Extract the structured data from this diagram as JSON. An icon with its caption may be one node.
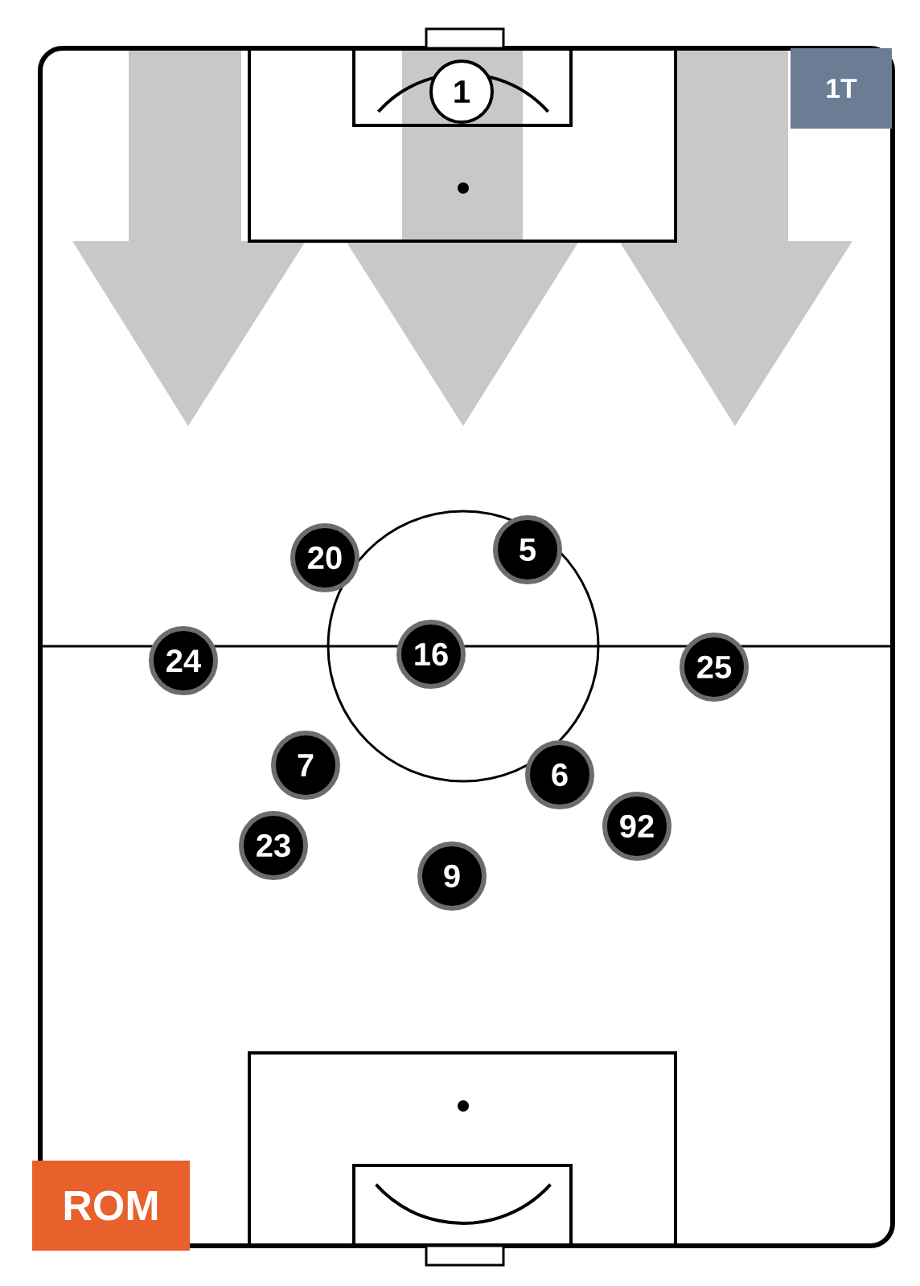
{
  "diagram": {
    "nodes": [
      {
        "text": [
          "1"
        ]
      },
      {
        "text": [
          "20"
        ]
      },
      {
        "text": [
          "5"
        ]
      },
      {
        "text": [
          "24"
        ]
      },
      {
        "text": [
          "16"
        ]
      },
      {
        "text": [
          "25"
        ]
      },
      {
        "text": [
          "7"
        ]
      },
      {
        "text": [
          "6"
        ]
      },
      {
        "text": [
          "92"
        ]
      },
      {
        "text": [
          "23"
        ]
      },
      {
        "text": [
          "9"
        ]
      }
    ],
    "labels": [
      "1T",
      "ROM"
    ]
  }
}
